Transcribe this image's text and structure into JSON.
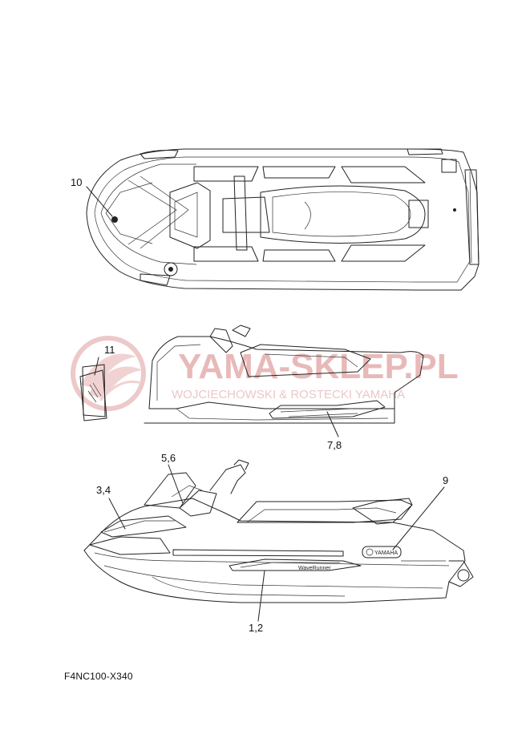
{
  "callouts": {
    "c10": "10",
    "c11": "11",
    "c78": "7,8",
    "c56": "5,6",
    "c34": "3,4",
    "c9": "9",
    "c12": "1,2"
  },
  "watermark": {
    "main": "YAMA-SKLEP.PL",
    "sub": "WOJCIECHOWSKI & ROSTECKI YAMAHA",
    "color": "#e8b9b9"
  },
  "hull_decal_text": "WaveRunner",
  "emblem_text": "YAMAHA",
  "diagram_code": "F4NC100-X340"
}
